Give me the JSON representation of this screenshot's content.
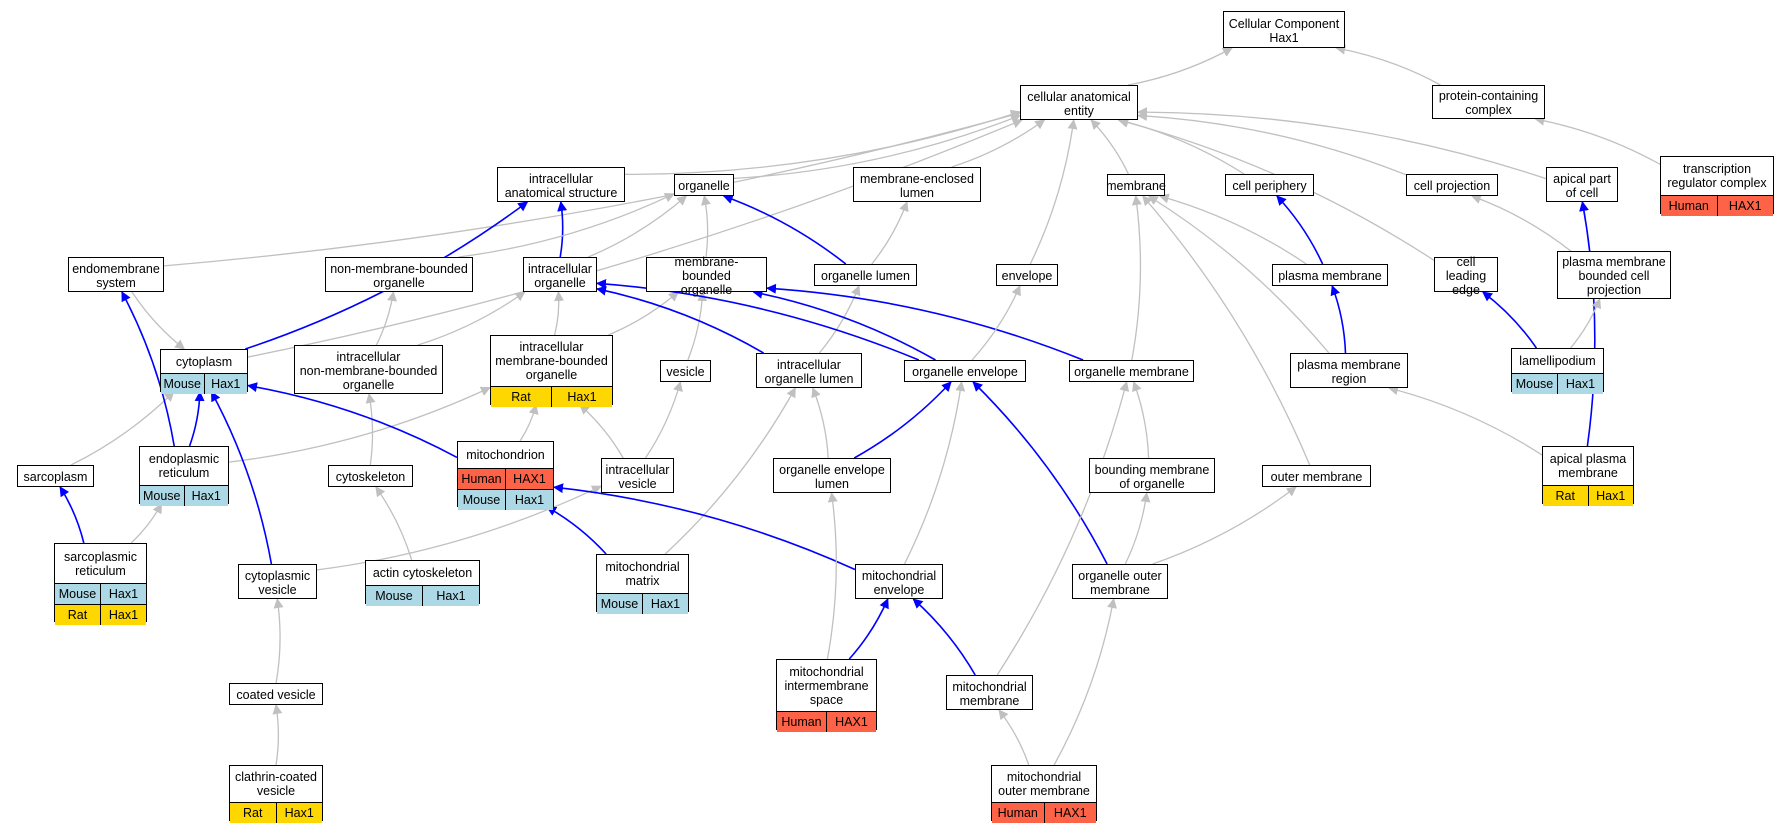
{
  "nodes": [
    {
      "id": "cc",
      "label": "Cellular Component\nHax1",
      "rows": []
    },
    {
      "id": "cae",
      "label": "cellular anatomical\nentity",
      "rows": []
    },
    {
      "id": "pcc",
      "label": "protein-containing\ncomplex",
      "rows": []
    },
    {
      "id": "trc",
      "label": "transcription\nregulator complex",
      "rows": [
        {
          "species": "Human",
          "gene": "HAX1"
        }
      ]
    },
    {
      "id": "ias",
      "label": "intracellular\nanatomical structure",
      "rows": []
    },
    {
      "id": "org",
      "label": "organelle",
      "rows": []
    },
    {
      "id": "mel",
      "label": "membrane-enclosed\nlumen",
      "rows": []
    },
    {
      "id": "mem",
      "label": "membrane",
      "rows": []
    },
    {
      "id": "cper",
      "label": "cell periphery",
      "rows": []
    },
    {
      "id": "cproj",
      "label": "cell projection",
      "rows": []
    },
    {
      "id": "apc",
      "label": "apical part\nof cell",
      "rows": []
    },
    {
      "id": "ems",
      "label": "endomembrane\nsystem",
      "rows": []
    },
    {
      "id": "nmbo",
      "label": "non-membrane-bounded\norganelle",
      "rows": []
    },
    {
      "id": "io",
      "label": "intracellular\norganelle",
      "rows": []
    },
    {
      "id": "mbo",
      "label": "membrane-bounded\norganelle",
      "rows": []
    },
    {
      "id": "olum",
      "label": "organelle lumen",
      "rows": []
    },
    {
      "id": "env",
      "label": "envelope",
      "rows": []
    },
    {
      "id": "pm",
      "label": "plasma membrane",
      "rows": []
    },
    {
      "id": "cle",
      "label": "cell leading\nedge",
      "rows": []
    },
    {
      "id": "pmbcp",
      "label": "plasma membrane\nbounded cell\nprojection",
      "rows": []
    },
    {
      "id": "cyto",
      "label": "cytoplasm",
      "rows": [
        {
          "species": "Mouse",
          "gene": "Hax1"
        }
      ]
    },
    {
      "id": "inmbo",
      "label": "intracellular\nnon-membrane-bounded\norganelle",
      "rows": []
    },
    {
      "id": "imbo",
      "label": "intracellular\nmembrane-bounded\norganelle",
      "rows": [
        {
          "species": "Rat",
          "gene": "Hax1"
        }
      ]
    },
    {
      "id": "ves",
      "label": "vesicle",
      "rows": []
    },
    {
      "id": "iol",
      "label": "intracellular\norganelle lumen",
      "rows": []
    },
    {
      "id": "oe",
      "label": "organelle envelope",
      "rows": []
    },
    {
      "id": "om",
      "label": "organelle membrane",
      "rows": []
    },
    {
      "id": "pmr",
      "label": "plasma membrane\nregion",
      "rows": []
    },
    {
      "id": "lam",
      "label": "lamellipodium",
      "rows": [
        {
          "species": "Mouse",
          "gene": "Hax1"
        }
      ]
    },
    {
      "id": "sarc",
      "label": "sarcoplasm",
      "rows": []
    },
    {
      "id": "er",
      "label": "endoplasmic\nreticulum",
      "rows": [
        {
          "species": "Mouse",
          "gene": "Hax1"
        }
      ]
    },
    {
      "id": "csk",
      "label": "cytoskeleton",
      "rows": []
    },
    {
      "id": "mito",
      "label": "mitochondrion",
      "rows": [
        {
          "species": "Human",
          "gene": "HAX1"
        },
        {
          "species": "Mouse",
          "gene": "Hax1"
        }
      ]
    },
    {
      "id": "iv",
      "label": "intracellular\nvesicle",
      "rows": []
    },
    {
      "id": "oel",
      "label": "organelle envelope\nlumen",
      "rows": []
    },
    {
      "id": "bmo",
      "label": "bounding membrane\nof organelle",
      "rows": []
    },
    {
      "id": "outm",
      "label": "outer membrane",
      "rows": []
    },
    {
      "id": "apm",
      "label": "apical plasma\nmembrane",
      "rows": [
        {
          "species": "Rat",
          "gene": "Hax1"
        }
      ]
    },
    {
      "id": "sr",
      "label": "sarcoplasmic\nreticulum",
      "rows": [
        {
          "species": "Mouse",
          "gene": "Hax1"
        },
        {
          "species": "Rat",
          "gene": "Hax1"
        }
      ]
    },
    {
      "id": "cv",
      "label": "cytoplasmic\nvesicle",
      "rows": []
    },
    {
      "id": "acsk",
      "label": "actin cytoskeleton",
      "rows": [
        {
          "species": "Mouse",
          "gene": "Hax1"
        }
      ]
    },
    {
      "id": "mmat",
      "label": "mitochondrial\nmatrix",
      "rows": [
        {
          "species": "Mouse",
          "gene": "Hax1"
        }
      ]
    },
    {
      "id": "menv",
      "label": "mitochondrial\nenvelope",
      "rows": []
    },
    {
      "id": "oom",
      "label": "organelle outer\nmembrane",
      "rows": []
    },
    {
      "id": "mis",
      "label": "mitochondrial\nintermembrane\nspace",
      "rows": [
        {
          "species": "Human",
          "gene": "HAX1"
        }
      ]
    },
    {
      "id": "mm",
      "label": "mitochondrial\nmembrane",
      "rows": []
    },
    {
      "id": "cov",
      "label": "coated vesicle",
      "rows": []
    },
    {
      "id": "ccv",
      "label": "clathrin-coated\nvesicle",
      "rows": [
        {
          "species": "Rat",
          "gene": "Hax1"
        }
      ]
    },
    {
      "id": "mom",
      "label": "mitochondrial\nouter membrane",
      "rows": [
        {
          "species": "Human",
          "gene": "HAX1"
        }
      ]
    }
  ],
  "edges": [
    {
      "from": "cae",
      "to": "cc",
      "hl": false
    },
    {
      "from": "pcc",
      "to": "cc",
      "hl": false
    },
    {
      "from": "trc",
      "to": "pcc",
      "hl": false
    },
    {
      "from": "ias",
      "to": "cae",
      "hl": false
    },
    {
      "from": "org",
      "to": "cae",
      "hl": false
    },
    {
      "from": "mel",
      "to": "cae",
      "hl": false
    },
    {
      "from": "mem",
      "to": "cae",
      "hl": false
    },
    {
      "from": "cper",
      "to": "cae",
      "hl": false
    },
    {
      "from": "cproj",
      "to": "cae",
      "hl": false
    },
    {
      "from": "apc",
      "to": "cae",
      "hl": false
    },
    {
      "from": "ems",
      "to": "cae",
      "hl": false
    },
    {
      "from": "env",
      "to": "cae",
      "hl": false
    },
    {
      "from": "cle",
      "to": "cae",
      "hl": false
    },
    {
      "from": "cyto",
      "to": "cae",
      "hl": false
    },
    {
      "from": "cyto",
      "to": "ias",
      "hl": true
    },
    {
      "from": "io",
      "to": "ias",
      "hl": true
    },
    {
      "from": "nmbo",
      "to": "org",
      "hl": false
    },
    {
      "from": "io",
      "to": "org",
      "hl": false
    },
    {
      "from": "mbo",
      "to": "org",
      "hl": false
    },
    {
      "from": "olum",
      "to": "org",
      "hl": true
    },
    {
      "from": "olum",
      "to": "mel",
      "hl": false
    },
    {
      "from": "pm",
      "to": "cper",
      "hl": true
    },
    {
      "from": "pm",
      "to": "mem",
      "hl": false
    },
    {
      "from": "pmbcp",
      "to": "cproj",
      "hl": false
    },
    {
      "from": "apm",
      "to": "apc",
      "hl": true
    },
    {
      "from": "inmbo",
      "to": "nmbo",
      "hl": false
    },
    {
      "from": "inmbo",
      "to": "io",
      "hl": false
    },
    {
      "from": "imbo",
      "to": "io",
      "hl": false
    },
    {
      "from": "imbo",
      "to": "mbo",
      "hl": false
    },
    {
      "from": "ves",
      "to": "mbo",
      "hl": false
    },
    {
      "from": "iol",
      "to": "olum",
      "hl": false
    },
    {
      "from": "iol",
      "to": "io",
      "hl": true
    },
    {
      "from": "oe",
      "to": "io",
      "hl": true
    },
    {
      "from": "oe",
      "to": "mbo",
      "hl": true
    },
    {
      "from": "om",
      "to": "mbo",
      "hl": true
    },
    {
      "from": "oe",
      "to": "env",
      "hl": false
    },
    {
      "from": "om",
      "to": "mem",
      "hl": false
    },
    {
      "from": "pmr",
      "to": "pm",
      "hl": true
    },
    {
      "from": "pmr",
      "to": "mem",
      "hl": false
    },
    {
      "from": "lam",
      "to": "cle",
      "hl": true
    },
    {
      "from": "lam",
      "to": "pmbcp",
      "hl": false
    },
    {
      "from": "ems",
      "to": "cyto",
      "hl": false
    },
    {
      "from": "sarc",
      "to": "cyto",
      "hl": false
    },
    {
      "from": "er",
      "to": "cyto",
      "hl": true
    },
    {
      "from": "er",
      "to": "ems",
      "hl": true
    },
    {
      "from": "er",
      "to": "imbo",
      "hl": false
    },
    {
      "from": "csk",
      "to": "inmbo",
      "hl": false
    },
    {
      "from": "mito",
      "to": "cyto",
      "hl": true
    },
    {
      "from": "mito",
      "to": "imbo",
      "hl": false
    },
    {
      "from": "iv",
      "to": "ves",
      "hl": false
    },
    {
      "from": "iv",
      "to": "imbo",
      "hl": false
    },
    {
      "from": "oel",
      "to": "iol",
      "hl": false
    },
    {
      "from": "oel",
      "to": "oe",
      "hl": true
    },
    {
      "from": "bmo",
      "to": "om",
      "hl": false
    },
    {
      "from": "outm",
      "to": "mem",
      "hl": false
    },
    {
      "from": "apm",
      "to": "pmr",
      "hl": false
    },
    {
      "from": "sr",
      "to": "sarc",
      "hl": true
    },
    {
      "from": "sr",
      "to": "er",
      "hl": false
    },
    {
      "from": "cv",
      "to": "cyto",
      "hl": true
    },
    {
      "from": "cv",
      "to": "iv",
      "hl": false
    },
    {
      "from": "acsk",
      "to": "csk",
      "hl": false
    },
    {
      "from": "mmat",
      "to": "mito",
      "hl": true
    },
    {
      "from": "mmat",
      "to": "iol",
      "hl": false
    },
    {
      "from": "menv",
      "to": "mito",
      "hl": true
    },
    {
      "from": "menv",
      "to": "oe",
      "hl": false
    },
    {
      "from": "oom",
      "to": "oe",
      "hl": true
    },
    {
      "from": "oom",
      "to": "bmo",
      "hl": false
    },
    {
      "from": "oom",
      "to": "outm",
      "hl": false
    },
    {
      "from": "mis",
      "to": "oel",
      "hl": false
    },
    {
      "from": "mis",
      "to": "menv",
      "hl": true
    },
    {
      "from": "mm",
      "to": "menv",
      "hl": true
    },
    {
      "from": "mm",
      "to": "om",
      "hl": false
    },
    {
      "from": "cov",
      "to": "cv",
      "hl": false
    },
    {
      "from": "ccv",
      "to": "cov",
      "hl": false
    },
    {
      "from": "mom",
      "to": "mm",
      "hl": false
    },
    {
      "from": "mom",
      "to": "oom",
      "hl": false
    }
  ],
  "colors": {
    "edge": "#c0c0c0",
    "highlight_edge": "#0000ff",
    "Human": "#ff6347",
    "Mouse": "#add8e6",
    "Rat": "#ffd700"
  }
}
